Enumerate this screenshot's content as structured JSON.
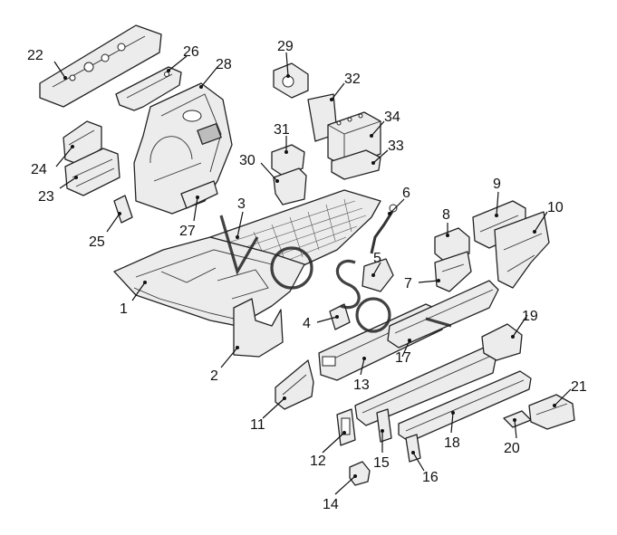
{
  "callouts": {
    "n1": "1",
    "n2": "2",
    "n3": "3",
    "n4": "4",
    "n5": "5",
    "n6": "6",
    "n7": "7",
    "n8": "8",
    "n9": "9",
    "n10": "10",
    "n11": "11",
    "n12": "12",
    "n13": "13",
    "n14": "14",
    "n15": "15",
    "n16": "16",
    "n17": "17",
    "n18": "18",
    "n19": "19",
    "n20": "20",
    "n21": "21",
    "n22": "22",
    "n23": "23",
    "n24": "24",
    "n25": "25",
    "n26": "26",
    "n27": "27",
    "n28": "28",
    "n29": "29",
    "n30": "30",
    "n31": "31",
    "n32": "32",
    "n33": "33",
    "n34": "34"
  },
  "colors": {
    "line": "#222222",
    "fill": "#ececec",
    "background": "#ffffff"
  }
}
